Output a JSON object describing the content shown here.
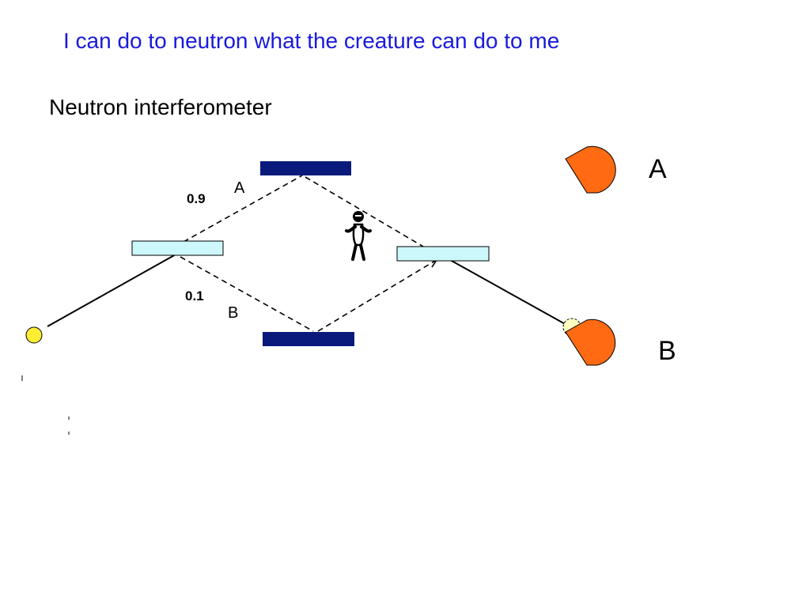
{
  "title": "I can do to neutron what the creature can do to me",
  "subtitle": "Neutron interferometer",
  "labels": {
    "prob_upper": "0.9",
    "prob_lower": "0.1",
    "path_upper": "A",
    "path_lower": "B",
    "detector_a": "A",
    "detector_b": "B"
  },
  "colors": {
    "title": "#1a1adb",
    "mirror": "#0a1a7c",
    "beam_splitter": "#ccf7fb",
    "detector": "#ff6a13",
    "source": "#ffee33",
    "neutron_ghost": "#ffffc0"
  },
  "icons": {
    "source": "neutron-source-icon",
    "creature": "stick-creature-icon",
    "detector": "detector-icon"
  }
}
